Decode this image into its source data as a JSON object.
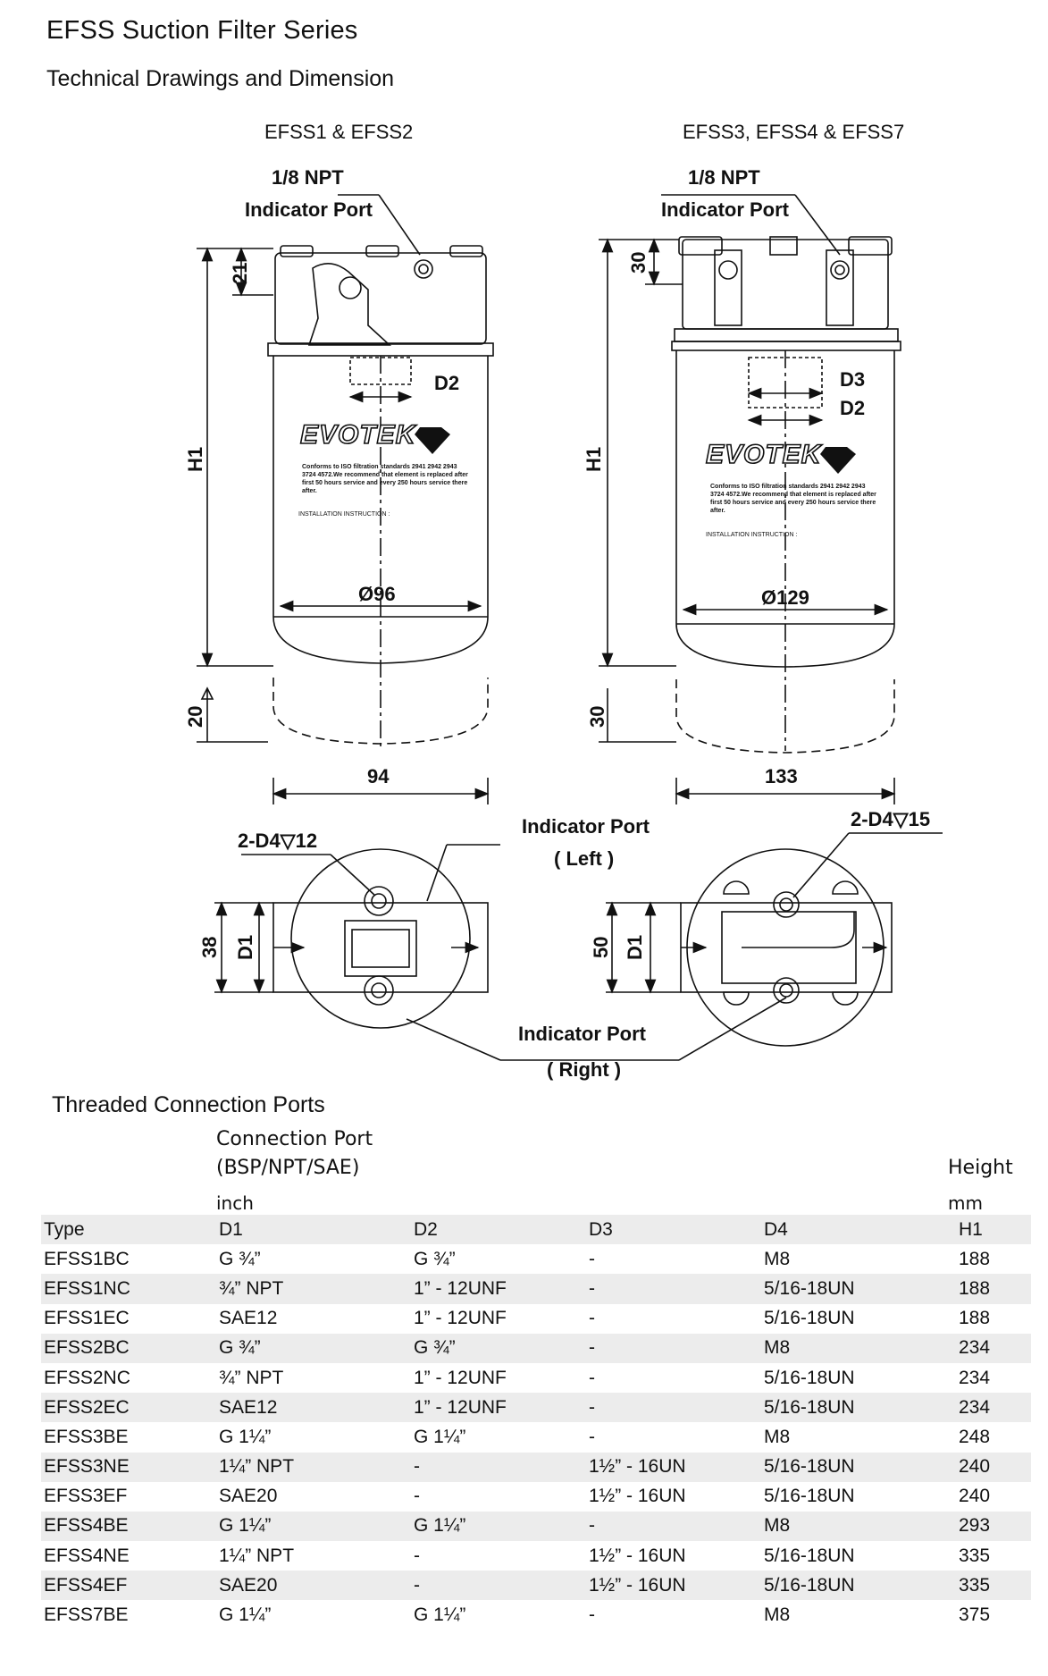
{
  "page": {
    "title": "EFSS Suction Filter Series",
    "subtitle": "Technical Drawings and Dimension"
  },
  "drawing": {
    "left_caption": "EFSS1 & EFSS2",
    "right_caption": "EFSS3, EFSS4 & EFSS7",
    "port_size": "1/8 NPT",
    "indicator_port": "Indicator Port",
    "indicator_left": "( Left )",
    "indicator_right": "( Right )",
    "brand": "EVOTEK",
    "label_text": "Conforms to ISO filtration standards 2941 2942 2943 3724 4572.We recommend that element is replaced after first 50 hours service and every 250 hours service there after.",
    "install_text": "INSTALLATION INSTRUCTION :",
    "left": {
      "top_dim": "21",
      "height_dim": "H1",
      "port_dim": "D2",
      "diameter": "Ø96",
      "bottom_dim": "20",
      "width_dim": "94",
      "bolt": "2-D4▽12",
      "side_dim": "38",
      "d1": "D1"
    },
    "right": {
      "top_dim": "30",
      "height_dim": "H1",
      "port_dim_a": "D3",
      "port_dim_b": "D2",
      "diameter": "Ø129",
      "bottom_dim": "30",
      "width_dim": "133",
      "bolt": "2-D4▽15",
      "side_dim": "50",
      "d1": "D1"
    }
  },
  "ports_section": {
    "title": "Threaded Connection Ports",
    "connection_port": "Connection Port",
    "connection_std": "(BSP/NPT/SAE)",
    "inch": "inch",
    "height": "Height",
    "mm": "mm"
  },
  "table": {
    "columns": [
      "Type",
      "D1",
      "D2",
      "D3",
      "D4",
      "H1"
    ],
    "rows": [
      [
        "EFSS1BC",
        "G ¾”",
        "G ¾”",
        "-",
        "M8",
        "188"
      ],
      [
        "EFSS1NC",
        "¾” NPT",
        "1” - 12UNF",
        "-",
        "5/16-18UN",
        "188"
      ],
      [
        "EFSS1EC",
        "SAE12",
        "1” - 12UNF",
        "-",
        "5/16-18UN",
        "188"
      ],
      [
        "EFSS2BC",
        "G ¾”",
        "G ¾”",
        "-",
        "M8",
        "234"
      ],
      [
        "EFSS2NC",
        "¾” NPT",
        "1” - 12UNF",
        "-",
        "5/16-18UN",
        "234"
      ],
      [
        "EFSS2EC",
        "SAE12",
        "1” - 12UNF",
        "-",
        "5/16-18UN",
        "234"
      ],
      [
        "EFSS3BE",
        "G 1¼”",
        "G 1¼”",
        "-",
        "M8",
        "248"
      ],
      [
        "EFSS3NE",
        "1¼” NPT",
        "-",
        "1½” - 16UN",
        "5/16-18UN",
        "240"
      ],
      [
        "EFSS3EF",
        "SAE20",
        "-",
        "1½” - 16UN",
        "5/16-18UN",
        "240"
      ],
      [
        "EFSS4BE",
        "G 1¼”",
        "G 1¼”",
        "-",
        "M8",
        "293"
      ],
      [
        "EFSS4NE",
        "1¼” NPT",
        "-",
        "1½” - 16UN",
        "5/16-18UN",
        "335"
      ],
      [
        "EFSS4EF",
        "SAE20",
        "-",
        "1½” - 16UN",
        "5/16-18UN",
        "335"
      ],
      [
        "EFSS7BE",
        "G 1¼”",
        "G 1¼”",
        "-",
        "M8",
        "375"
      ]
    ]
  }
}
